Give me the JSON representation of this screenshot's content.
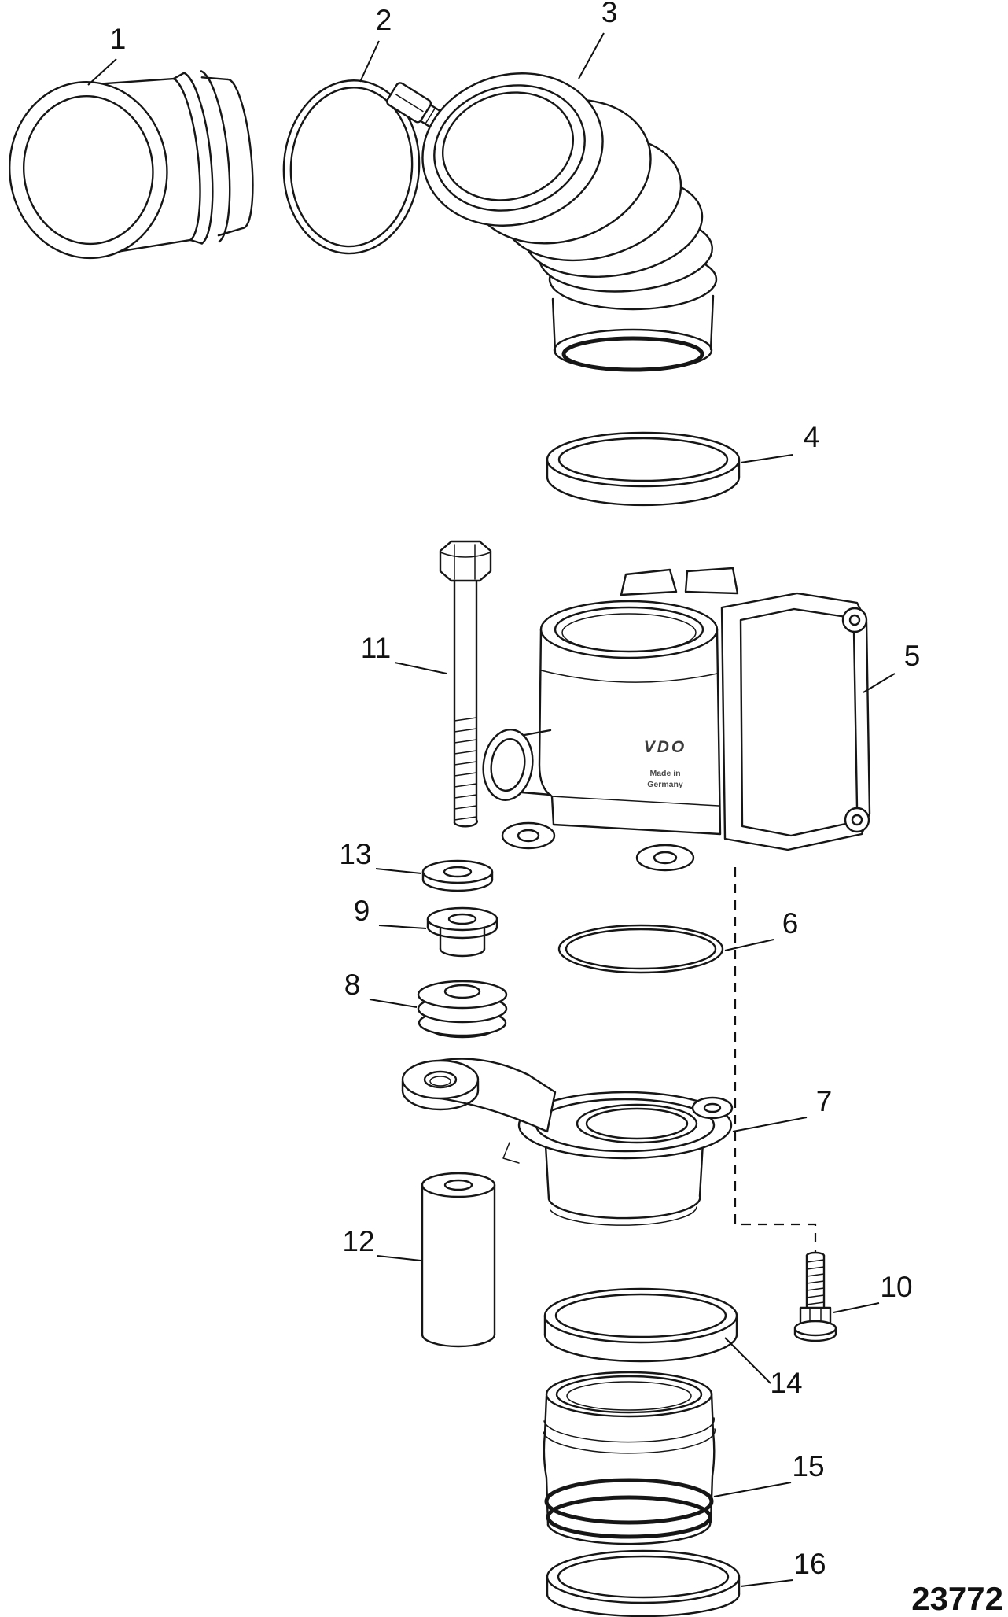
{
  "diagram": {
    "drawing_number": "23772",
    "markings": {
      "brand": "VDO",
      "made_in_line1": "Made in",
      "made_in_line2": "Germany"
    },
    "callouts": [
      {
        "label": "1"
      },
      {
        "label": "2"
      },
      {
        "label": "3"
      },
      {
        "label": "4"
      },
      {
        "label": "5"
      },
      {
        "label": "6"
      },
      {
        "label": "7"
      },
      {
        "label": "8"
      },
      {
        "label": "9"
      },
      {
        "label": "10"
      },
      {
        "label": "11"
      },
      {
        "label": "12"
      },
      {
        "label": "13"
      },
      {
        "label": "14"
      },
      {
        "label": "15"
      },
      {
        "label": "16"
      }
    ]
  }
}
